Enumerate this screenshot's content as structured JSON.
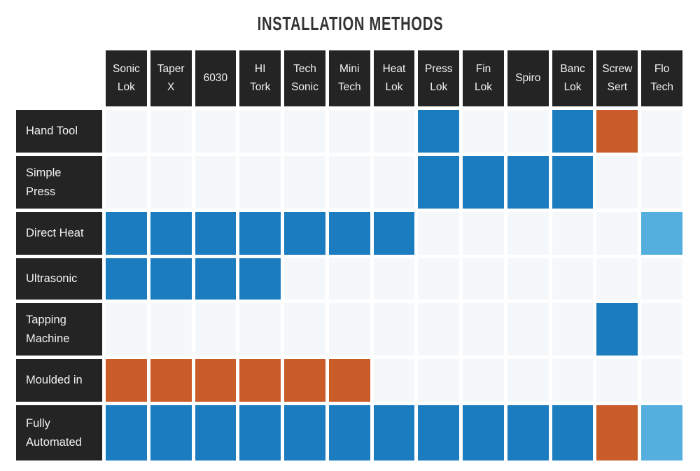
{
  "title": "INSTALLATION METHODS",
  "colors": {
    "header_bg": "#242424",
    "header_text": "#f2f2f2",
    "title_text": "#333333",
    "page_bg": "#ffffff",
    "cell_empty": "#f4f8fa",
    "cell_blue": "#1b7cc0",
    "cell_orange": "#ca5c29",
    "cell_light_blue": "#54aede"
  },
  "chart_data": {
    "type": "heatmap",
    "title": "INSTALLATION METHODS",
    "columns": [
      "Sonic Lok",
      "Taper X",
      "6030",
      "HI Tork",
      "Tech Sonic",
      "Mini Tech",
      "Heat Lok",
      "Press Lok",
      "Fin Lok",
      "Spiro",
      "Banc Lok",
      "Screw Sert",
      "Flo Tech"
    ],
    "rows": [
      "Hand Tool",
      "Simple Press",
      "Direct Heat",
      "Ultrasonic",
      "Tapping Machine",
      "Moulded in",
      "Fully Automated"
    ],
    "value_legend": {
      "0": "not-applicable",
      "1": "blue",
      "2": "orange",
      "3": "light-blue"
    },
    "value_colors": {
      "0": "#f4f8fa",
      "1": "#1b7cc0",
      "2": "#ca5c29",
      "3": "#54aede"
    },
    "matrix": [
      [
        0,
        0,
        0,
        0,
        0,
        0,
        0,
        1,
        0,
        0,
        1,
        2,
        0
      ],
      [
        0,
        0,
        0,
        0,
        0,
        0,
        0,
        1,
        1,
        1,
        1,
        0,
        0
      ],
      [
        1,
        1,
        1,
        1,
        1,
        1,
        1,
        0,
        0,
        0,
        0,
        0,
        3
      ],
      [
        1,
        1,
        1,
        1,
        0,
        0,
        0,
        0,
        0,
        0,
        0,
        0,
        0
      ],
      [
        0,
        0,
        0,
        0,
        0,
        0,
        0,
        0,
        0,
        0,
        0,
        1,
        0
      ],
      [
        2,
        2,
        2,
        2,
        2,
        2,
        0,
        0,
        0,
        0,
        0,
        0,
        0
      ],
      [
        1,
        1,
        1,
        1,
        1,
        1,
        1,
        1,
        1,
        1,
        1,
        2,
        3
      ]
    ]
  },
  "display": {
    "column_lines": [
      [
        "Sonic",
        "Lok"
      ],
      [
        "Taper",
        "X"
      ],
      [
        "6030"
      ],
      [
        "HI",
        "Tork"
      ],
      [
        "Tech",
        "Sonic"
      ],
      [
        "Mini",
        "Tech"
      ],
      [
        "Heat",
        "Lok"
      ],
      [
        "Press",
        "Lok"
      ],
      [
        "Fin",
        "Lok"
      ],
      [
        "Spiro"
      ],
      [
        "Banc",
        "Lok"
      ],
      [
        "Screw",
        "Sert"
      ],
      [
        "Flo",
        "Tech"
      ]
    ],
    "row_lines": [
      [
        "Hand Tool"
      ],
      [
        "Simple",
        "Press"
      ],
      [
        "Direct Heat"
      ],
      [
        "Ultrasonic"
      ],
      [
        "Tapping",
        "Machine"
      ],
      [
        "Moulded in"
      ],
      [
        "Fully",
        "Automated"
      ]
    ]
  }
}
